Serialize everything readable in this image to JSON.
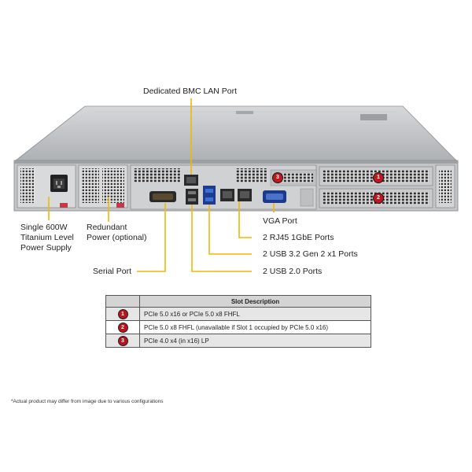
{
  "callouts": {
    "bmc": "Dedicated BMC LAN Port",
    "psu": [
      "Single 600W",
      "Titanium Level",
      "Power Supply"
    ],
    "redundant": [
      "Redundant",
      "Power (optional)"
    ],
    "serial": "Serial Port",
    "vga": "VGA Port",
    "rj45": "2 RJ45 1GbE Ports",
    "usb3": "2 USB 3.2 Gen 2 x1 Ports",
    "usb2": "2 USB 2.0 Ports"
  },
  "slot_badges": [
    "1",
    "2",
    "3"
  ],
  "slot_table": {
    "header": "Slot Description",
    "rows": [
      {
        "num": "1",
        "desc": "PCIe 5.0 x16 or PCIe 5.0 x8 FHFL"
      },
      {
        "num": "2",
        "desc": "PCIe 5.0 x8 FHFL (unavailable if Slot 1 occupied by PCIe 5.0 x16)"
      },
      {
        "num": "3",
        "desc": "PCIe 4.0 x4 (in x16) LP"
      }
    ]
  },
  "disclaimer": "*Actual product may differ from image due to various configurations",
  "colors": {
    "leader_line": "#f2b705",
    "badge_red": "#c0161f",
    "chassis": "#b9bcbf",
    "table_header": "#d4d4d4"
  }
}
